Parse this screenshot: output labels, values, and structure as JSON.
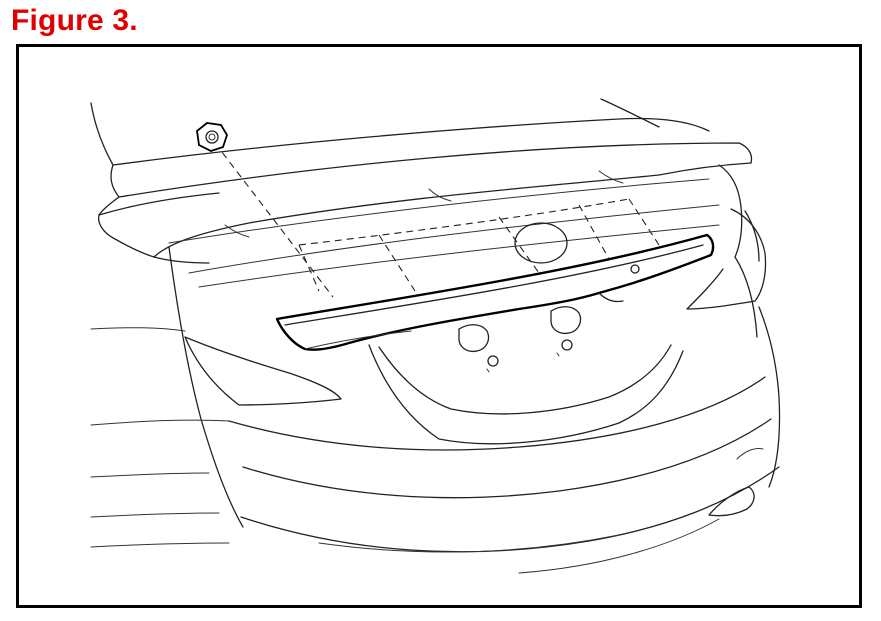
{
  "figure": {
    "title": "Figure 3.",
    "title_color": "#e00000",
    "frame_color": "#000000"
  },
  "illustration": {
    "parts": [
      "trunk-lid",
      "rear-spoiler",
      "trunk-garnish-molding",
      "retaining-nut",
      "license-plate-area",
      "tail-lights",
      "rear-bumper"
    ]
  }
}
